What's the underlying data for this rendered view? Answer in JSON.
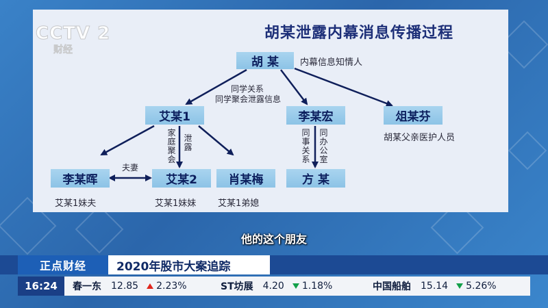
{
  "broadcast": {
    "logo_main": "CCTV 2",
    "logo_sub": "财经"
  },
  "diagram": {
    "title": "胡某泄露内幕消息传播过程",
    "nodes": {
      "hu": "胡  某",
      "ai1": "艾某1",
      "lihongs": "李某宏",
      "zu": "俎某芬",
      "lihui": "李某晖",
      "ai2": "艾某2",
      "xiao": "肖某梅",
      "fang": "方  某"
    },
    "notes": {
      "hu_note": "内幕信息知情人",
      "edge_ai1_line1": "同学关系",
      "edge_ai1_line2": "同学聚会泄露信息",
      "zu_note": "胡某父亲医护人员",
      "spouse": "夫妻",
      "gathering": "家庭聚会",
      "leak": "泄露",
      "colleague": "同事关系",
      "same_office": "同办公室",
      "lihui_note": "艾某1妹夫",
      "ai2_note": "艾某1妹妹",
      "xiao_note": "艾某1弟媳"
    }
  },
  "subtitle": "他的这个朋友",
  "ticker": {
    "program": "正点财经",
    "headline": "2020年股市大案追踪",
    "clock": "16:24",
    "stocks": [
      {
        "name": "春一东",
        "price": "12.85",
        "direction": "up",
        "change": "2.23%"
      },
      {
        "name": "ST坊展",
        "price": "4.20",
        "direction": "down",
        "change": "1.18%"
      },
      {
        "name": "中国船舶",
        "price": "15.14",
        "direction": "down",
        "change": "5.26%"
      }
    ]
  },
  "colors": {
    "node_fill": "#9fcdec",
    "node_text": "#0c1f5e",
    "title": "#1d2f78",
    "up": "#e0261c",
    "down": "#13a04a"
  }
}
